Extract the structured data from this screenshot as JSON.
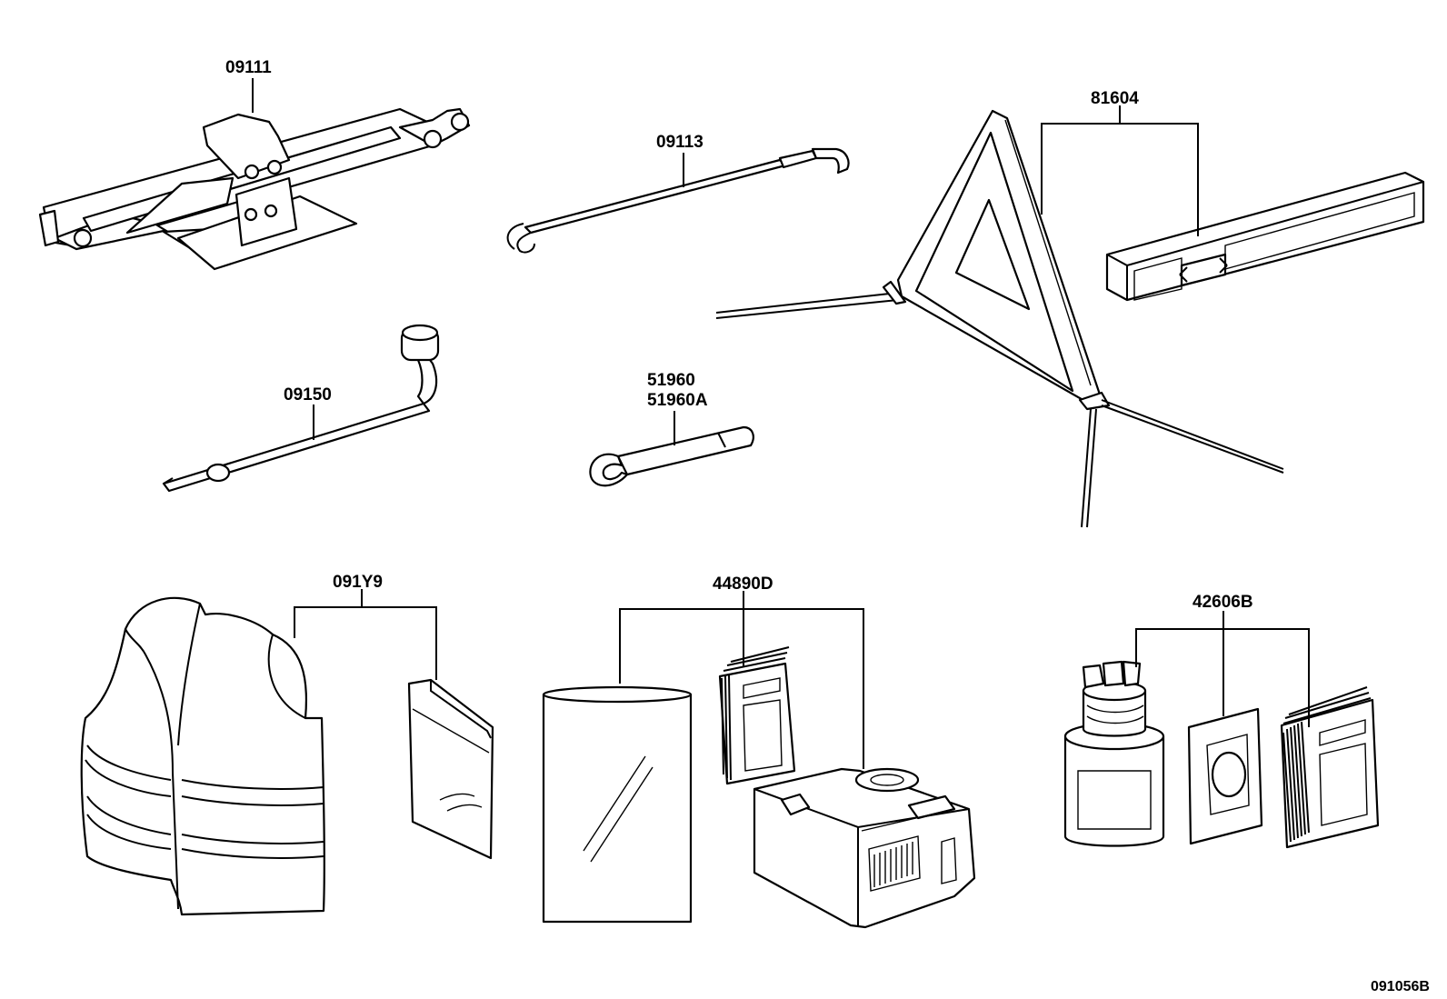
{
  "callouts": {
    "jack": "09111",
    "jack_handle": "09113",
    "warning_triangle": "81604",
    "wrench": "09150",
    "towing_eye_1": "51960",
    "towing_eye_2": "51960A",
    "safety_vest": "091Y9",
    "repair_kit_bag": "44890D",
    "sealant_kit": "42606B"
  },
  "diagram_code": "091056B"
}
